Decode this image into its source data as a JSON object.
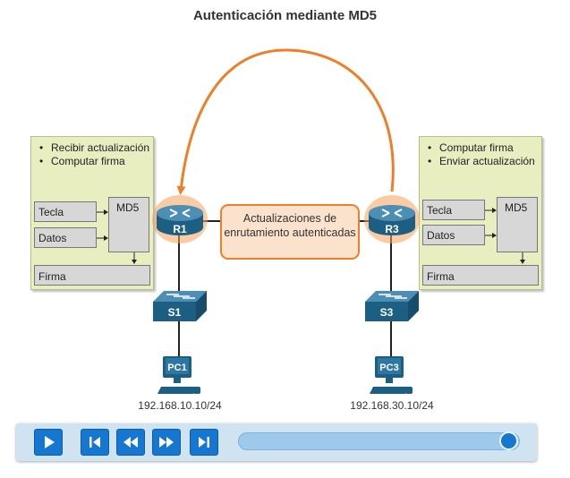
{
  "title": "Autenticación mediante MD5",
  "left_panel": {
    "bullets": [
      "Recibir actualización",
      "Computar firma"
    ],
    "key_label": "Tecla",
    "data_label": "Datos",
    "md5_label": "MD5",
    "signature_label": "Firma"
  },
  "right_panel": {
    "bullets": [
      "Computar firma",
      "Enviar actualización"
    ],
    "key_label": "Tecla",
    "data_label": "Datos",
    "md5_label": "MD5",
    "signature_label": "Firma"
  },
  "callout": "Actualizaciones de enrutamiento autenticadas",
  "devices": {
    "r1": "R1",
    "r3": "R3",
    "s1": "S1",
    "s3": "S3",
    "pc1": "PC1",
    "pc3": "PC3"
  },
  "ip_left": "192.168.10.10/24",
  "ip_right": "192.168.30.10/24",
  "colors": {
    "accent": "#ef7e29",
    "router": "#1d5f83",
    "panel": "#e9eec1",
    "player": "#1577cf"
  },
  "player": {
    "progress": 1.0,
    "buttons": [
      "play-icon",
      "skip-start-icon",
      "rewind-icon",
      "fast-forward-icon",
      "skip-end-icon"
    ]
  }
}
